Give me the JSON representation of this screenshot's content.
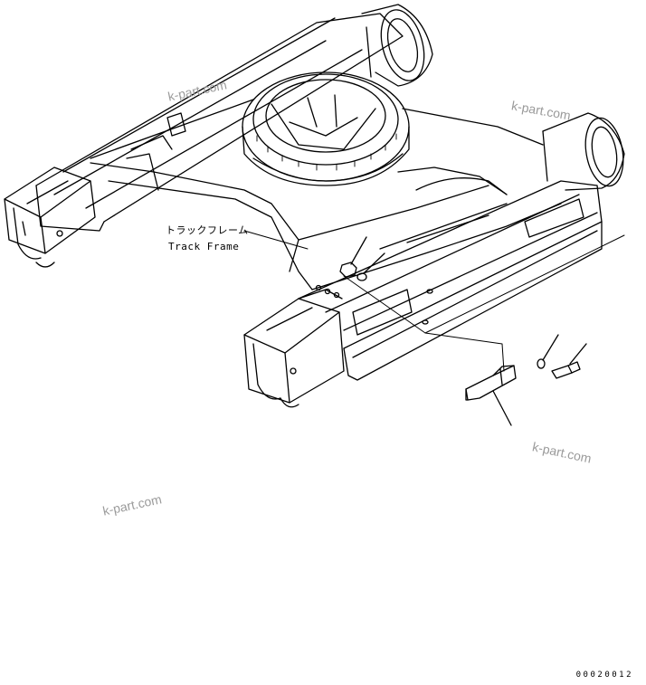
{
  "diagram": {
    "label_jp": "トラックフレーム",
    "label_en": "Track Frame",
    "watermarks": [
      "k-part.com",
      "k-part.com",
      "k-part.com",
      "k-part.com"
    ],
    "ref_number": "00020012"
  },
  "colors": {
    "line": "#000000",
    "watermark": "#9a9a9a"
  }
}
